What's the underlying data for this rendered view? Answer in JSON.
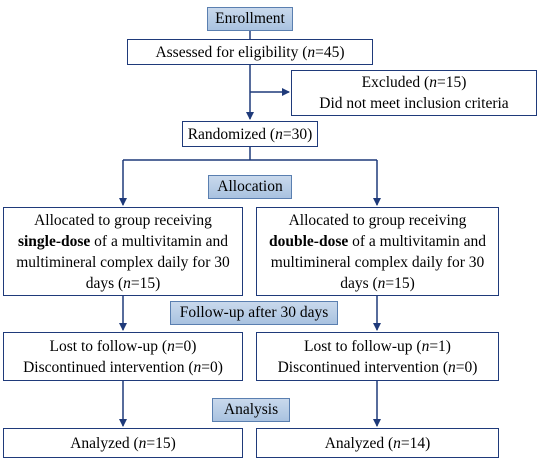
{
  "stages": {
    "enrollment": "Enrollment",
    "allocation": "Allocation",
    "followup": "Follow-up after 30 days",
    "analysis": "Analysis"
  },
  "assessed": {
    "text": "Assessed for eligibility (",
    "n": "n",
    "value": "=45)"
  },
  "excluded": {
    "line1_text": "Excluded (",
    "line1_n": "n",
    "line1_value": "=15)",
    "line2": "Did not meet inclusion criteria"
  },
  "randomized": {
    "text": "Randomized (",
    "n": "n",
    "value": "=30)"
  },
  "group_single": {
    "line1": "Allocated to group receiving",
    "dose": "single-dose",
    "line2_rest": " of a multivitamin and",
    "line3": "multimineral complex daily for 30",
    "line4_text": "days (",
    "line4_n": "n",
    "line4_value": "=15)"
  },
  "group_double": {
    "line1": "Allocated to group receiving",
    "dose": "double-dose",
    "line2_rest": " of a multivitamin and",
    "line3": "multimineral complex daily for 30",
    "line4_text": "days (",
    "line4_n": "n",
    "line4_value": "=15)"
  },
  "lost_single": {
    "l1_text": "Lost to follow-up (",
    "l1_n": "n",
    "l1_value": "=0)",
    "l2_text": "Discontinued intervention (",
    "l2_n": "n",
    "l2_value": "=0)"
  },
  "lost_double": {
    "l1_text": "Lost to follow-up (",
    "l1_n": "n",
    "l1_value": "=1)",
    "l2_text": "Discontinued intervention (",
    "l2_n": "n",
    "l2_value": "=0)"
  },
  "analyzed_single": {
    "text": "Analyzed (",
    "n": "n",
    "value": "=15)"
  },
  "analyzed_double": {
    "text": "Analyzed (",
    "n": "n",
    "value": "=14)"
  },
  "colors": {
    "box_border": "#1f3a7a",
    "stage_fill": "#b8cde6",
    "arrow": "#1f3a7a"
  }
}
